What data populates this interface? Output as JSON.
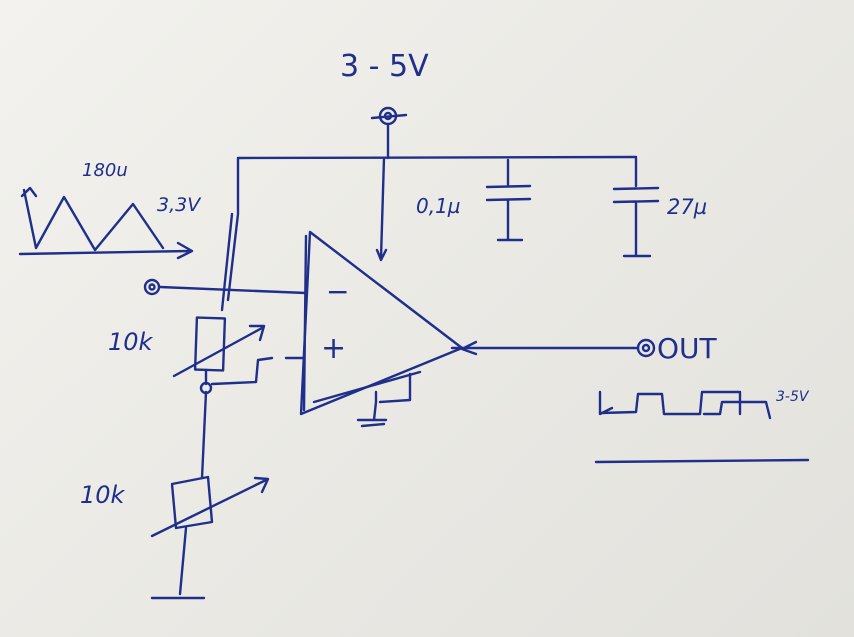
{
  "supply": {
    "label": "3 - 5V"
  },
  "input_wave": {
    "period": "180u",
    "amplitude": "3,3V"
  },
  "capacitors": [
    {
      "value": "0,1µ"
    },
    {
      "value": "27µ"
    }
  ],
  "resistors": [
    {
      "value": "10k"
    },
    {
      "value": "10k"
    }
  ],
  "opamp": {
    "inv_sign": "−",
    "noninv_sign": "+"
  },
  "output": {
    "label": "OUT",
    "amplitude": "3-5V"
  }
}
